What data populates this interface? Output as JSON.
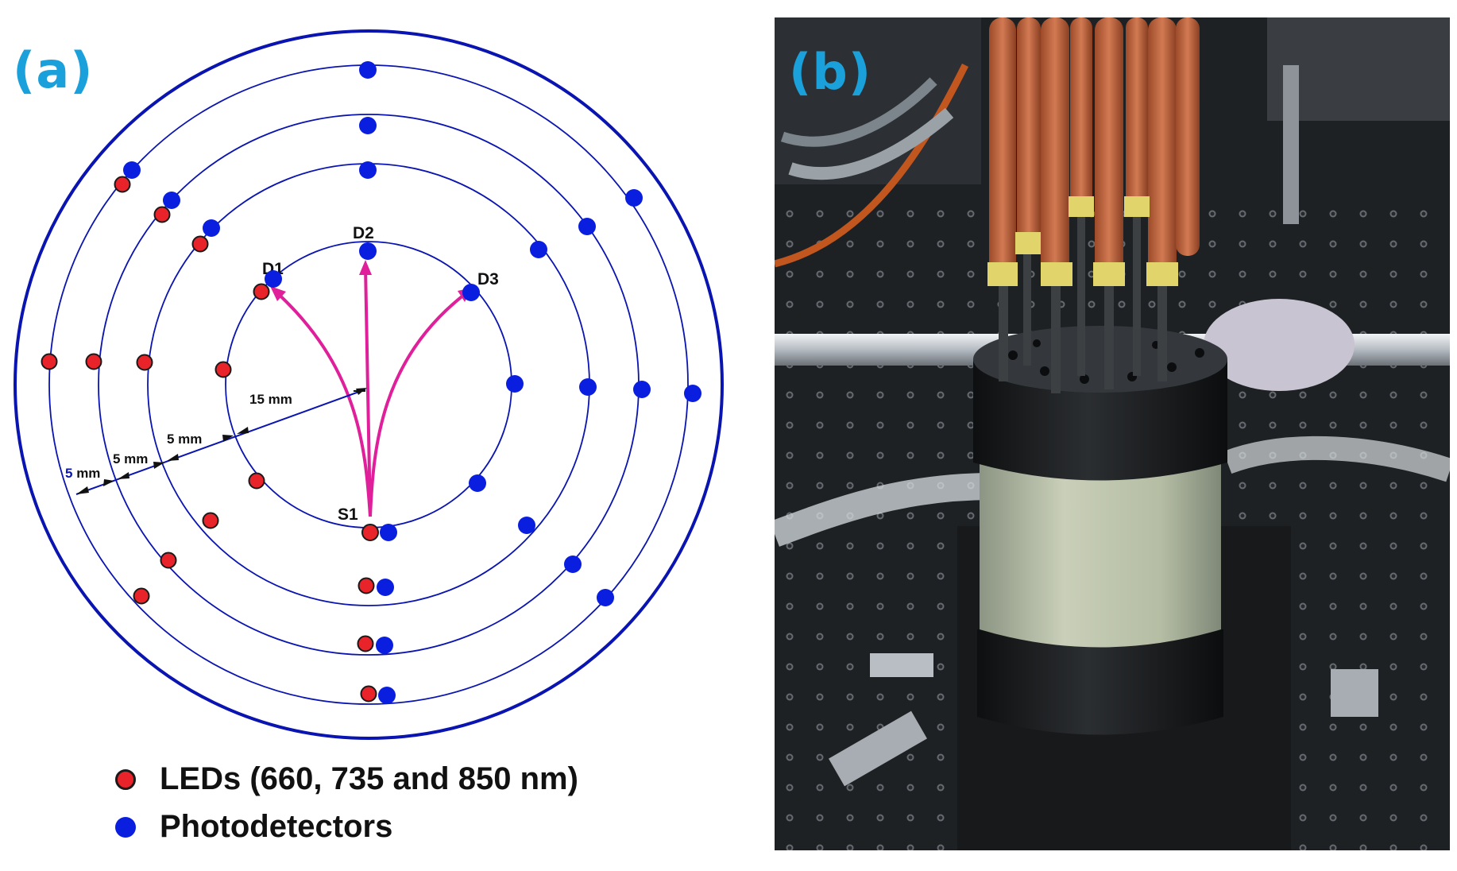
{
  "panels": {
    "a": {
      "label": "(a)",
      "detectors": {
        "d1": "D1",
        "d2": "D2",
        "d3": "D3"
      },
      "source": "S1",
      "dimensions": {
        "radius": "15 mm",
        "gap1": "5 mm",
        "gap2": "5 mm",
        "gap3_num": "5",
        "gap3_unit": " mm"
      },
      "legend": {
        "led": "LEDs (660, 735 and 850 nm)",
        "photodetector": "Photodetectors"
      }
    },
    "b": {
      "label": "(b)",
      "photo_description": ""
    }
  },
  "colors": {
    "label": "#1aa0db",
    "ring": "#0a14b0",
    "led": "#e8232a",
    "photodetector": "#0a1ee0",
    "path": "#e0209a"
  }
}
